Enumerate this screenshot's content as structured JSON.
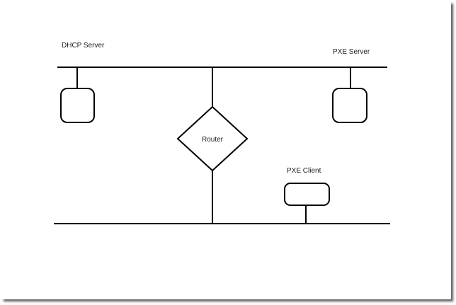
{
  "diagram": {
    "type": "network-diagram",
    "nodes": [
      {
        "id": "dhcp-server",
        "label": "DHCP Server",
        "shape": "rounded-rectangle",
        "connected_to": "top-subnet-bus"
      },
      {
        "id": "pxe-server",
        "label": "PXE Server",
        "shape": "rounded-rectangle",
        "connected_to": "top-subnet-bus"
      },
      {
        "id": "router",
        "label": "Router",
        "shape": "diamond",
        "connected_to": "top-subnet-bus, bottom-subnet-bus"
      },
      {
        "id": "pxe-client",
        "label": "PXE Client",
        "shape": "rounded-rectangle",
        "connected_to": "bottom-subnet-bus"
      }
    ],
    "buses": [
      {
        "id": "top-subnet-bus"
      },
      {
        "id": "bottom-subnet-bus"
      }
    ]
  },
  "colors": {
    "line": "#000000",
    "text": "#1a1a1a",
    "page_background": "#ffffff",
    "shadow": "#666666"
  }
}
